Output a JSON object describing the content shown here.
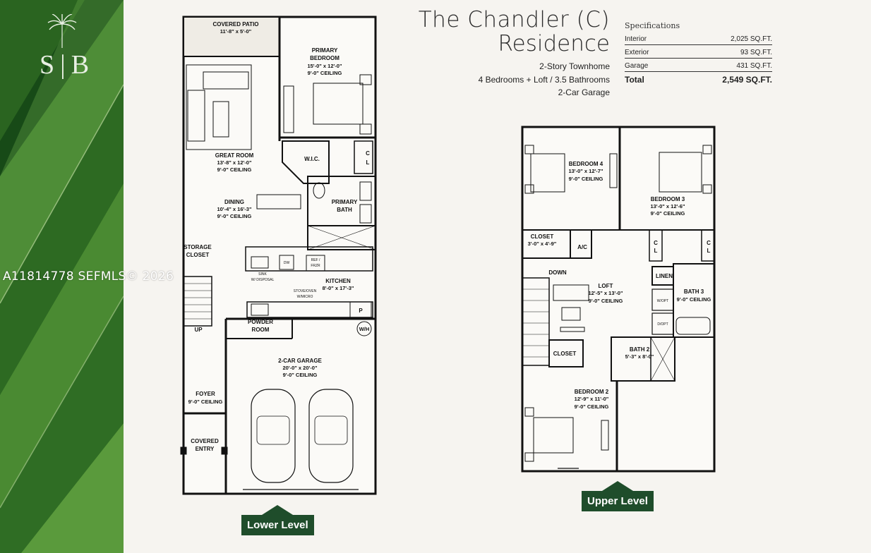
{
  "brand": {
    "logo_letters": "S|B",
    "logo_icon": "palm-tree-icon"
  },
  "title": {
    "line1": "The Chandler (C)",
    "line2": "Residence"
  },
  "summary": [
    "2-Story Townhome",
    "4 Bedrooms + Loft / 3.5 Bathrooms",
    "2-Car Garage"
  ],
  "specifications": {
    "heading": "Specifications",
    "rows": [
      {
        "label": "Interior",
        "value": "2,025 SQ.FT."
      },
      {
        "label": "Exterior",
        "value": "93 SQ.FT."
      },
      {
        "label": "Garage",
        "value": "431 SQ.FT."
      }
    ],
    "total": {
      "label": "Total",
      "value": "2,549 SQ.FT."
    }
  },
  "watermark": "A11814778  SEFMLS© 2026",
  "levels": {
    "lower": "Lower Level",
    "upper": "Upper Level"
  },
  "lower_rooms": {
    "patio": [
      "COVERED PATIO",
      "11'-8\" x 5'-0\""
    ],
    "primary_bedroom": [
      "PRIMARY",
      "BEDROOM",
      "15'-0\" x 12'-0\"",
      "9'-0\" CEILING"
    ],
    "great_room": [
      "GREAT ROOM",
      "13'-8\" x 12'-0\"",
      "9'-0\" CEILING"
    ],
    "wic": "W.I.C.",
    "cl": [
      "C",
      "L"
    ],
    "dining": [
      "DINING",
      "10'-4\" x 16'-3\"",
      "9'-0\" CEILING"
    ],
    "primary_bath": [
      "PRIMARY",
      "BATH"
    ],
    "storage": [
      "STORAGE",
      "CLOSET"
    ],
    "sink": [
      "SINK",
      "W/ DISPOSAL"
    ],
    "dw": "DW",
    "ref": [
      "REF /",
      "FRZR"
    ],
    "kitchen": [
      "KITCHEN",
      "8'-0\" x 17'-3\""
    ],
    "stove": [
      "STOVE/OVEN",
      "W/MICRO"
    ],
    "pantry": "P",
    "up": "UP",
    "powder": [
      "POWDER",
      "ROOM"
    ],
    "wh": "W/H",
    "garage": [
      "2-CAR GARAGE",
      "20'-0\" x 20'-0\"",
      "9'-0\" CEILING"
    ],
    "foyer": [
      "FOYER",
      "9'-0\" CEILING"
    ],
    "entry": [
      "COVERED",
      "ENTRY"
    ]
  },
  "upper_rooms": {
    "bedroom4": [
      "BEDROOM 4",
      "13'-0\" x 12'-7\"",
      "9'-0\" CEILING"
    ],
    "bedroom3": [
      "BEDROOM 3",
      "13'-0\" x 12'-6\"",
      "9'-0\" CEILING"
    ],
    "closet1": [
      "CLOSET",
      "3'-0\" x 4'-9\""
    ],
    "ac": "A/C",
    "cl": [
      "C",
      "L"
    ],
    "down": "DOWN",
    "linen": "LINEN",
    "loft": [
      "LOFT",
      "12'-5\" x 13'-0\"",
      "9'-0\" CEILING"
    ],
    "bath3": [
      "BATH 3",
      "9'-0\" CEILING"
    ],
    "wopt": "W/OPT",
    "dopt": "D/OPT",
    "closet2": "CLOSET",
    "bath2": [
      "BATH 2",
      "5'-3\" x 8'-0\""
    ],
    "bedroom2": [
      "BEDROOM 2",
      "12'-9\" x 11'-0\"",
      "9'-0\" CEILING"
    ]
  }
}
